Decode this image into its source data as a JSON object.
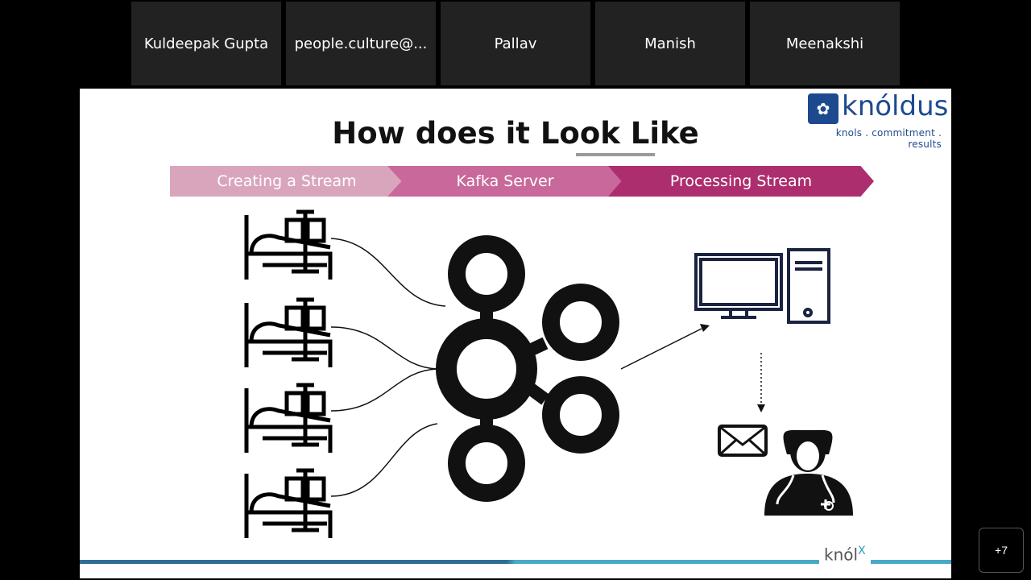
{
  "participants": [
    {
      "name": "Kuldeepak Gupta"
    },
    {
      "name": "people.culture@..."
    },
    {
      "name": "Pallav"
    },
    {
      "name": "Manish"
    },
    {
      "name": "Meenakshi"
    }
  ],
  "overflow_count": "+7",
  "slide": {
    "title": "How does it Look Like",
    "logo": {
      "name": "knóldus",
      "tagline": "knols . commitment . results"
    },
    "steps": [
      {
        "label": "Creating a Stream"
      },
      {
        "label": "Kafka Server"
      },
      {
        "label": "Processing Stream"
      }
    ],
    "footer_brand": "knól",
    "footer_brand_sup": "X",
    "icons": [
      "hospital-bed-icon",
      "kafka-logo-icon",
      "computer-icon",
      "envelope-icon",
      "doctor-icon"
    ],
    "colors": {
      "step1": "#d9a5bd",
      "step2": "#c9689a",
      "step3": "#ad2e6e",
      "brand": "#1d4a8f"
    }
  }
}
